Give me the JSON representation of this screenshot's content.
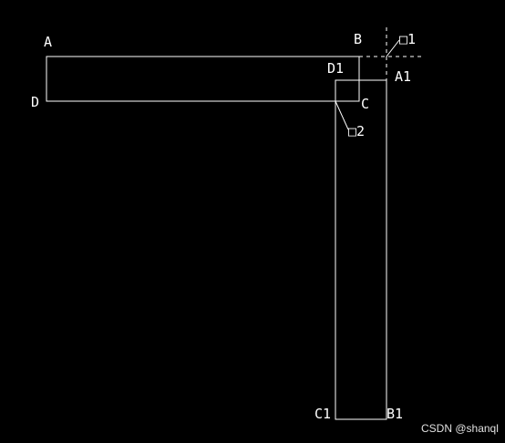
{
  "colors": {
    "background": "#000000",
    "line": "#ffffff",
    "text": "#ffffff"
  },
  "labels": {
    "A": "A",
    "B": "B",
    "C": "C",
    "D": "D",
    "A1": "A1",
    "B1": "B1",
    "C1": "C1",
    "D1": "D1",
    "p1": "□1",
    "p2": "□2"
  },
  "watermark": "CSDN @shanql"
}
